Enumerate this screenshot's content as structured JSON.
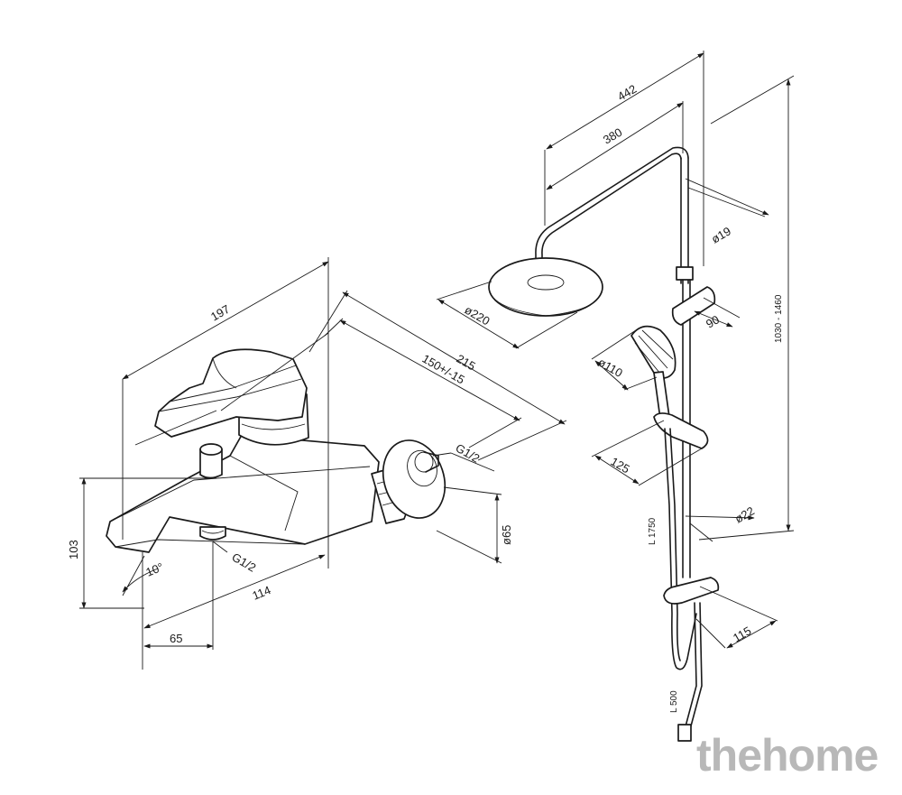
{
  "faucet": {
    "dim_width": "197",
    "dim_depth": "215",
    "dim_centers": "150+/-15",
    "dim_height": "103",
    "dim_spout": "114",
    "dim_offset": "65",
    "angle": "10°",
    "thread_inlet": "G1/2",
    "thread_outlet": "G1/2",
    "dim_flange": "ø65"
  },
  "shower": {
    "dim_arm_total": "442",
    "dim_arm": "380",
    "dim_head": "ø220",
    "dim_pipe_top": "ø19",
    "dim_height_range": "1030 - 1460",
    "dim_slider": "90",
    "dim_hand_head": "ø110",
    "dim_hand_offset": "125",
    "dim_pipe_bottom": "ø22",
    "dim_hose_long": "L 1750",
    "dim_holder": "115",
    "dim_hose_short": "L 500"
  },
  "watermark": "thehome"
}
